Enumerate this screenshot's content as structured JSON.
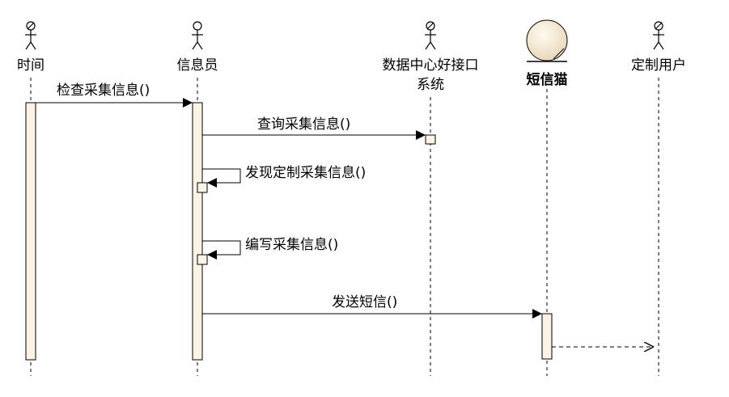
{
  "participants": [
    {
      "id": "time",
      "label": "时间",
      "kind": "actor",
      "icon": "stick-figure-icon"
    },
    {
      "id": "clerk",
      "label": "信息员",
      "kind": "actor",
      "icon": "stick-figure-icon"
    },
    {
      "id": "datacenter",
      "label_line1": "数据中心好接口",
      "label_line2": "系统",
      "kind": "actor",
      "icon": "stick-figure-icon"
    },
    {
      "id": "smscat",
      "label": "短信猫",
      "kind": "entity",
      "icon": "entity-circle-icon"
    },
    {
      "id": "customer",
      "label": "定制用户",
      "kind": "actor",
      "icon": "stick-figure-icon"
    }
  ],
  "messages": [
    {
      "from": "time",
      "to": "clerk",
      "label": "检查采集信息()",
      "style": "sync"
    },
    {
      "from": "clerk",
      "to": "datacenter",
      "label": "查询采集信息()",
      "style": "sync"
    },
    {
      "from": "clerk",
      "to": "clerk",
      "label": "发现定制采集信息()",
      "style": "self"
    },
    {
      "from": "clerk",
      "to": "clerk",
      "label": "编写采集信息()",
      "style": "self"
    },
    {
      "from": "clerk",
      "to": "smscat",
      "label": "发送短信()",
      "style": "sync"
    },
    {
      "from": "smscat",
      "to": "customer",
      "label": "",
      "style": "return-dashed"
    }
  ],
  "colors": {
    "activation_fill": "#fbf3e6",
    "entity_fill": "#f7ecd6",
    "line": "#000000"
  }
}
